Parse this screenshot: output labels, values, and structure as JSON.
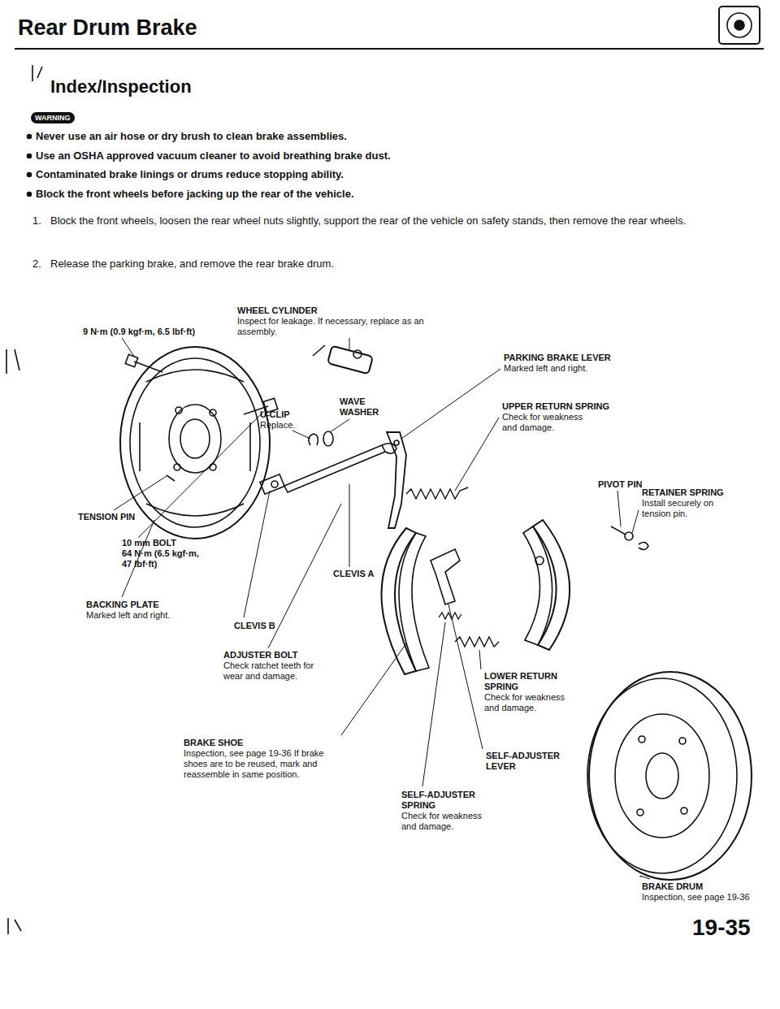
{
  "diagram": {
    "title": "Rear Drum Brake",
    "labels": [
      "Index/Inspection",
      "WARNING",
      "Never use an air hose or dry brush to clean brake assemblies.",
      "Use an OSHA approved vacuum cleaner to avoid breathing brake dust.",
      "Contaminated brake linings or drums reduce stopping ability.",
      "Block the front wheels before jacking up the rear of the vehicle.",
      "1.",
      "Block the front wheels, loosen the rear wheel nuts slightly, support the rear of the vehicle on safety stands, then remove the rear wheels.",
      "2.",
      "Release the parking brake, and remove the rear brake drum.",
      "9 N·m (0.9 kgf·m, 6.5 lbf·ft)",
      "WHEEL CYLINDER",
      "Inspect for leakage. If necessary, replace as an assembly.",
      "PARKING BRAKE LEVER",
      "Marked left and right.",
      "U-CLIP",
      "Replace.",
      "WAVE WASHER",
      "UPPER RETURN SPRING",
      "Check for weakness and damage.",
      "PIVOT PIN",
      "RETAINER SPRING",
      "Install securely on tension pin.",
      "TENSION PIN",
      "10 mm BOLT",
      "64 N·m (6.5 kgf·m, 47 lbf·ft)",
      "CLEVIS A",
      "BACKING PLATE",
      "Marked left and right.",
      "CLEVIS B",
      "ADJUSTER BOLT",
      "Check ratchet teeth for wear and damage.",
      "LOWER RETURN SPRING",
      "Check for weakness and damage.",
      "BRAKE SHOE",
      "Inspection, see page 19-36 If brake shoes are to be reused, mark and reassemble in same position.",
      "SELF-ADJUSTER LEVER",
      "SELF-ADJUSTER SPRING",
      "Check for weakness and damage.",
      "BRAKE DRUM",
      "Inspection, see page 19-36",
      "19-35"
    ]
  }
}
